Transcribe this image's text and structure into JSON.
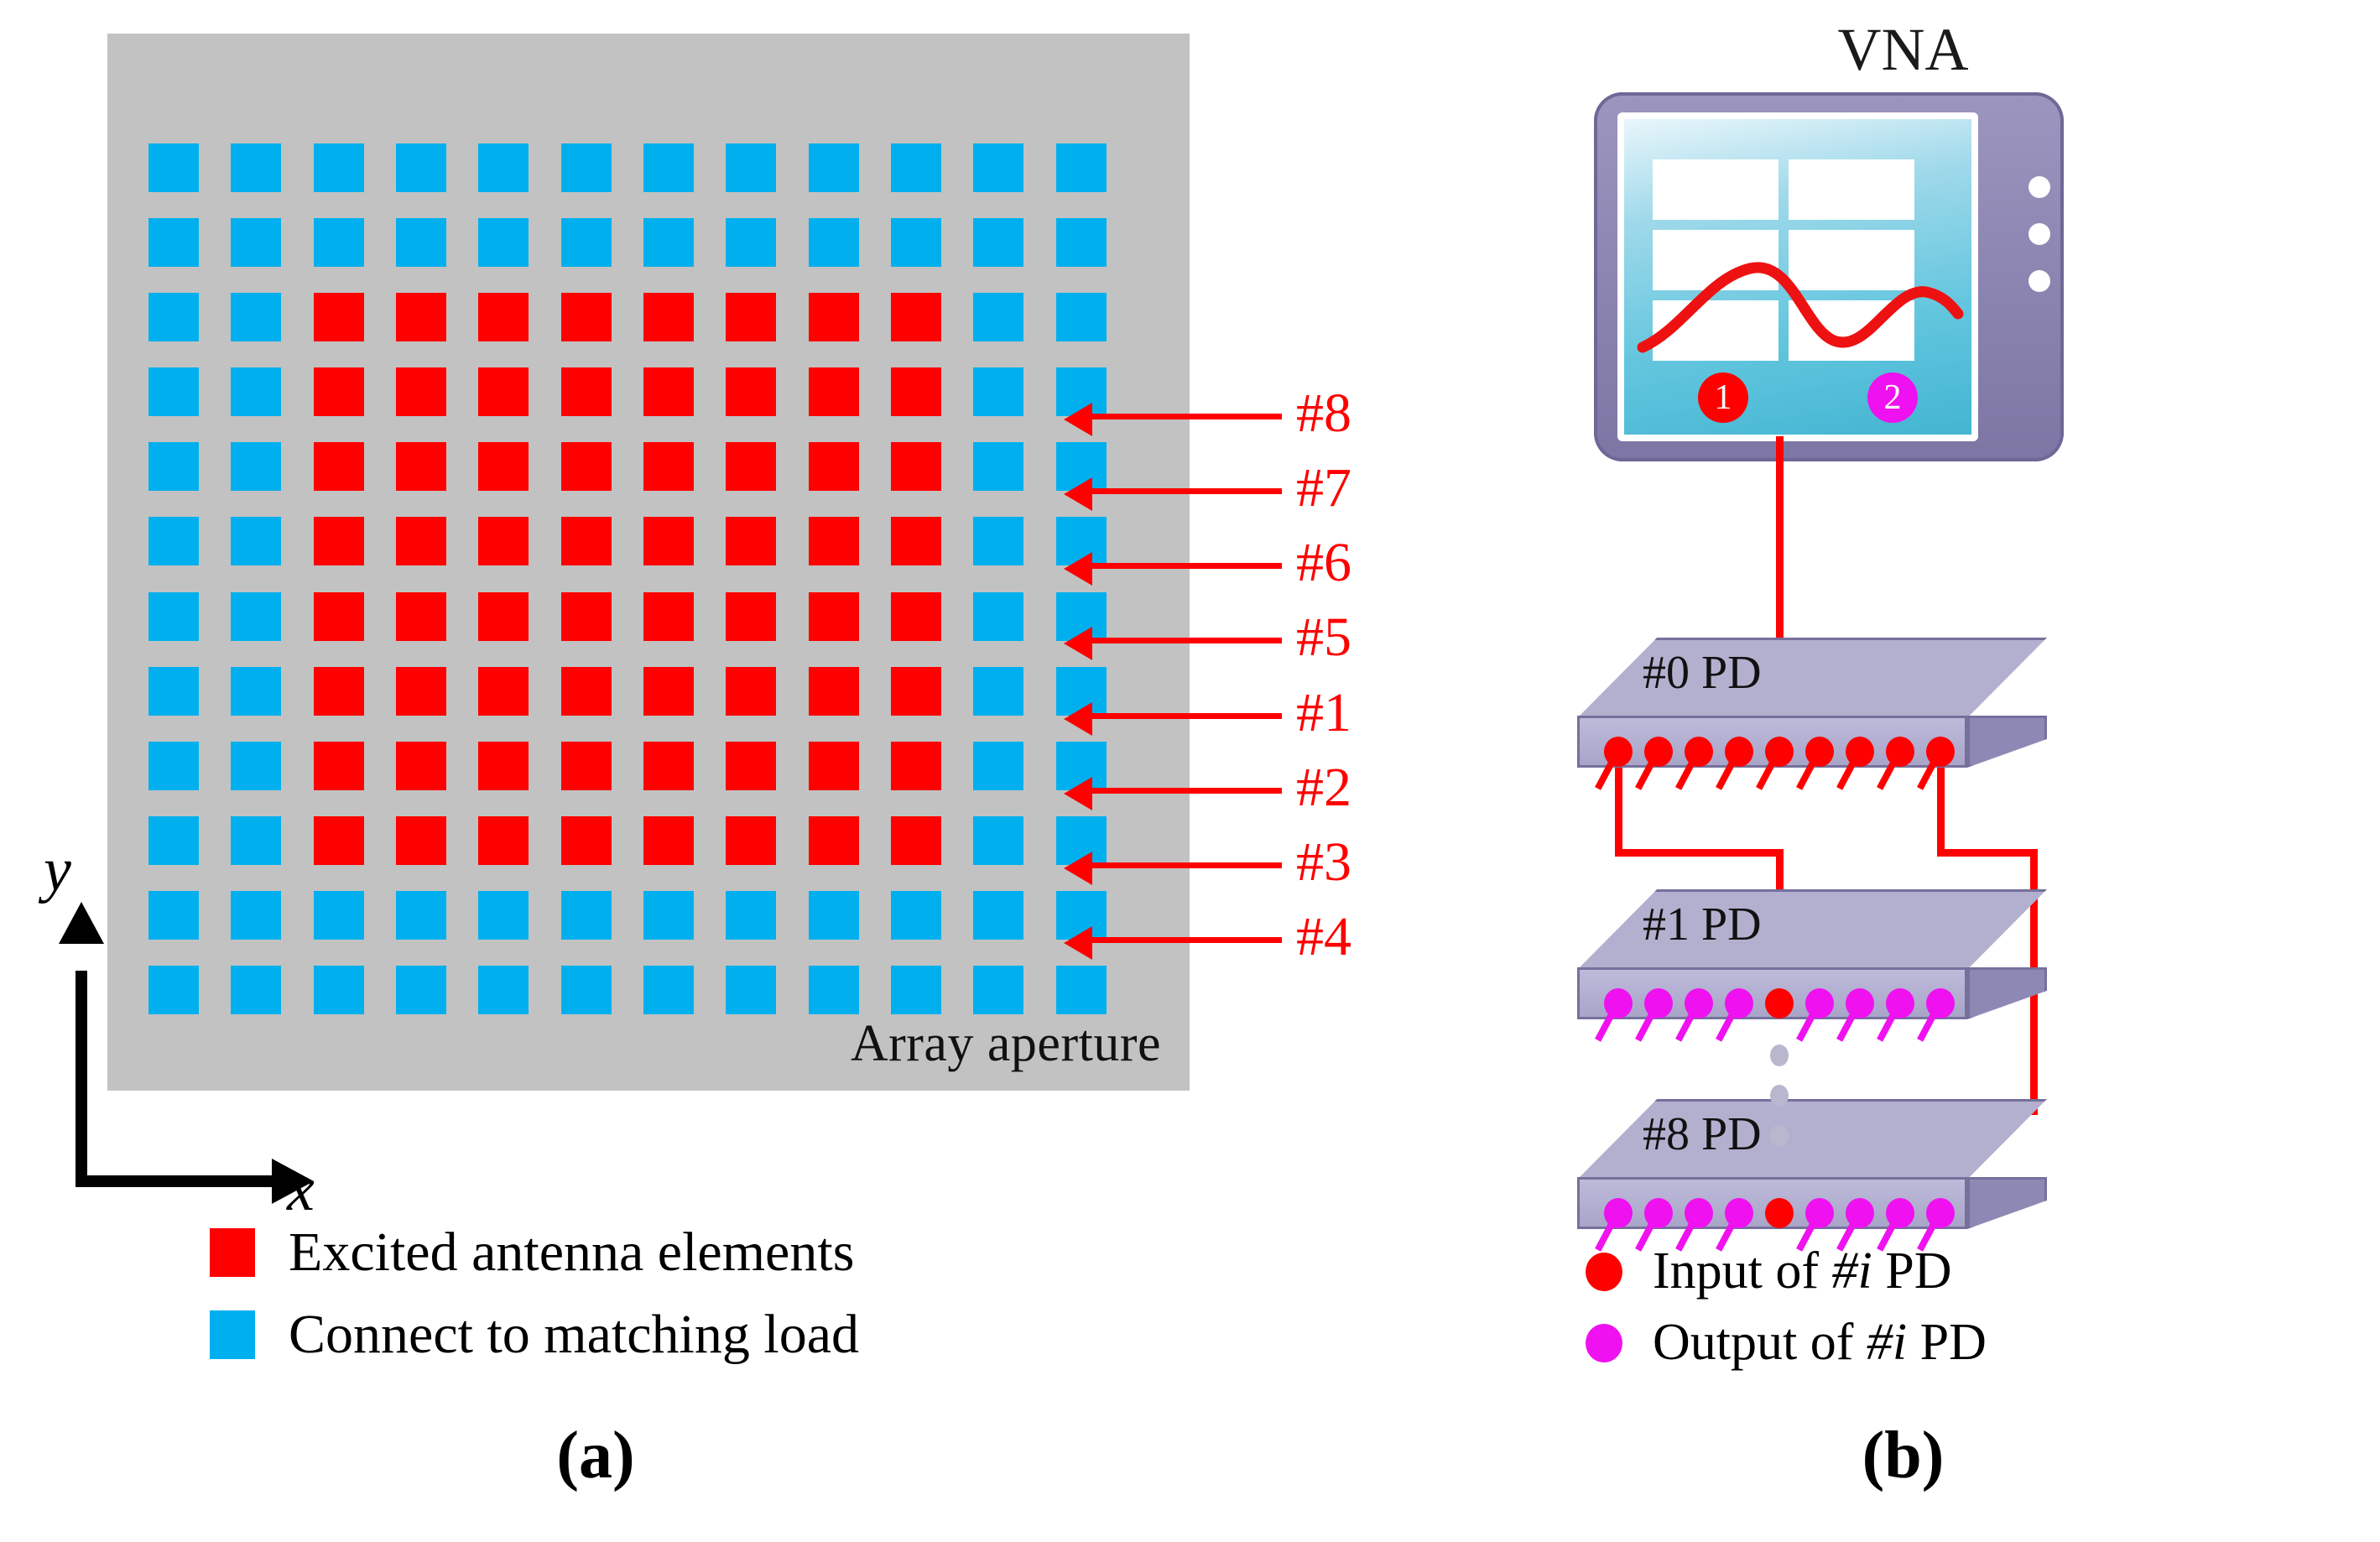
{
  "figure": {
    "panel_a_label": "(a)",
    "panel_b_label": "(b)"
  },
  "panel_a": {
    "aperture_label": "Array aperture",
    "axis_x_label": "x",
    "axis_y_label": "y",
    "row_labels": [
      "#8",
      "#7",
      "#6",
      "#5",
      "#1",
      "#2",
      "#3",
      "#4"
    ],
    "legend": [
      {
        "swatch": "red",
        "color": "#fe0000",
        "text": "Excited antenna elements"
      },
      {
        "swatch": "blue",
        "color": "#00b0ee",
        "text": "Connect to matching load"
      }
    ],
    "colors": {
      "excited": "#fe0000",
      "matched": "#00b0ee",
      "aperture_bg": "#c2c2c2",
      "arrow": "#fe0000"
    },
    "grid": {
      "rows": 12,
      "cols": 12,
      "excited_rows": [
        2,
        3,
        4,
        5,
        6,
        7,
        8,
        9
      ],
      "excited_cols": [
        2,
        3,
        4,
        5,
        6,
        7,
        8,
        9
      ]
    }
  },
  "panel_b": {
    "vna_title": "VNA",
    "vna_marker_1": "1",
    "vna_marker_2": "2",
    "boards": [
      {
        "label": "#0 PD",
        "pin_color": "magenta_or_red",
        "pins": "red"
      },
      {
        "label": "#1 PD",
        "pins": "magenta"
      },
      {
        "label": "#8 PD",
        "pins": "magenta"
      }
    ],
    "legend": [
      {
        "dot": "red",
        "color": "#fe0000",
        "prefix": "Input of ",
        "italic": "#i",
        "suffix": " PD"
      },
      {
        "dot": "mag",
        "color": "#ef11ef",
        "prefix": "Output of ",
        "italic": "#i",
        "suffix": " PD"
      }
    ],
    "colors": {
      "input_dot": "#fe0000",
      "output_dot": "#ef11ef",
      "board": "#b3b0cf",
      "board_edge": "#75709c",
      "wire": "#fe0000",
      "vna_body": "#8f88b4",
      "vna_screen": "#63c6de"
    },
    "pins_per_board": 9
  }
}
